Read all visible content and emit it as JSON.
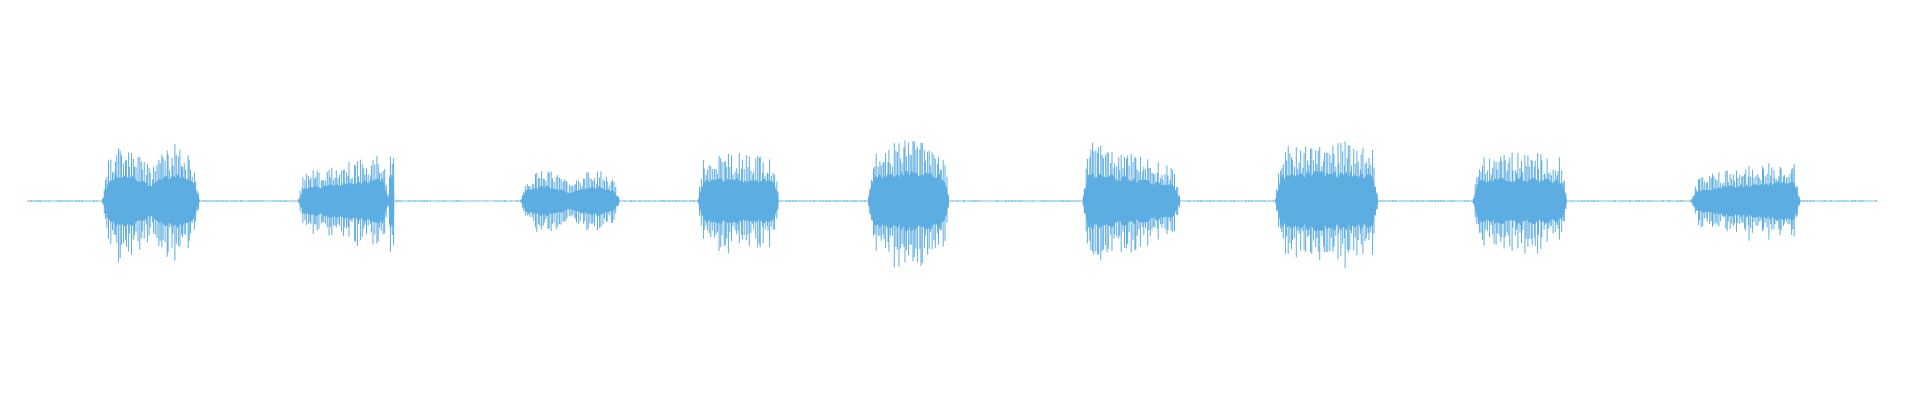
{
  "waveform": {
    "color": "#5DADE2",
    "background": "#FFFFFF",
    "time_range": [
      0,
      1
    ],
    "amplitude_range": [
      -1,
      1
    ],
    "noise_floor": 0.008,
    "segments": [
      {
        "start": 0.04,
        "end": 0.093,
        "peak": 0.52,
        "shape": "double"
      },
      {
        "start": 0.146,
        "end": 0.195,
        "peak": 0.45,
        "shape": "rise"
      },
      {
        "start": 0.195,
        "end": 0.198,
        "peak": 0.52,
        "shape": "spike"
      },
      {
        "start": 0.266,
        "end": 0.32,
        "peak": 0.28,
        "shape": "double"
      },
      {
        "start": 0.362,
        "end": 0.406,
        "peak": 0.44,
        "shape": "even"
      },
      {
        "start": 0.454,
        "end": 0.498,
        "peak": 0.56,
        "shape": "even"
      },
      {
        "start": 0.57,
        "end": 0.623,
        "peak": 0.58,
        "shape": "decay"
      },
      {
        "start": 0.674,
        "end": 0.73,
        "peak": 0.56,
        "shape": "even"
      },
      {
        "start": 0.781,
        "end": 0.832,
        "peak": 0.45,
        "shape": "even"
      },
      {
        "start": 0.899,
        "end": 0.958,
        "peak": 0.4,
        "shape": "rise"
      }
    ]
  }
}
